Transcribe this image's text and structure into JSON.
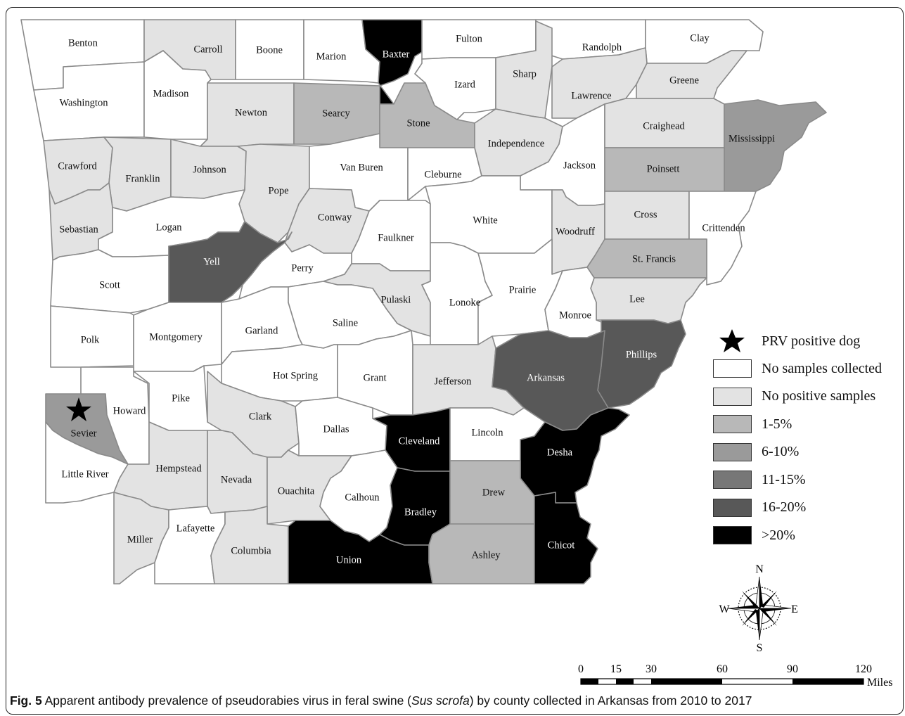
{
  "colors": {
    "none": "#ffffff",
    "neg": "#e3e3e3",
    "p1": "#b8b8b8",
    "p6": "#9a9a9a",
    "p11": "#777777",
    "p16": "#585858",
    "p20": "#000000"
  },
  "legend": {
    "star_label": "PRV positive dog",
    "items": [
      {
        "key": "none",
        "label": "No samples collected"
      },
      {
        "key": "neg",
        "label": "No positive samples"
      },
      {
        "key": "p1",
        "label": "1-5%"
      },
      {
        "key": "p6",
        "label": "6-10%"
      },
      {
        "key": "p11",
        "label": "11-15%"
      },
      {
        "key": "p16",
        "label": "16-20%"
      },
      {
        "key": "p20",
        "label": ">20%"
      }
    ]
  },
  "compass": {
    "n": "N",
    "s": "S",
    "e": "E",
    "w": "W"
  },
  "scale": {
    "ticks": [
      "0",
      "15",
      "30",
      "60",
      "90",
      "120"
    ],
    "unit": "Miles"
  },
  "caption": {
    "fig": "Fig. 5",
    "text1": " Apparent antibody prevalence of pseudorabies virus in feral swine (",
    "species": "Sus scrofa",
    "text2": ") by county collected in Arkansas from 2010 to 2017"
  },
  "counties": [
    {
      "name": "Benton",
      "cls": "none"
    },
    {
      "name": "Carroll",
      "cls": "neg"
    },
    {
      "name": "Boone",
      "cls": "none"
    },
    {
      "name": "Marion",
      "cls": "none"
    },
    {
      "name": "Baxter",
      "cls": "p20"
    },
    {
      "name": "Fulton",
      "cls": "none"
    },
    {
      "name": "Randolph",
      "cls": "none"
    },
    {
      "name": "Clay",
      "cls": "none"
    },
    {
      "name": "Washington",
      "cls": "none"
    },
    {
      "name": "Madison",
      "cls": "none"
    },
    {
      "name": "Newton",
      "cls": "neg"
    },
    {
      "name": "Searcy",
      "cls": "p1"
    },
    {
      "name": "Stone",
      "cls": "p1"
    },
    {
      "name": "Izard",
      "cls": "none"
    },
    {
      "name": "Sharp",
      "cls": "neg"
    },
    {
      "name": "Lawrence",
      "cls": "neg"
    },
    {
      "name": "Greene",
      "cls": "neg"
    },
    {
      "name": "Crawford",
      "cls": "neg"
    },
    {
      "name": "Franklin",
      "cls": "neg"
    },
    {
      "name": "Johnson",
      "cls": "neg"
    },
    {
      "name": "Pope",
      "cls": "neg"
    },
    {
      "name": "Van Buren",
      "cls": "none"
    },
    {
      "name": "Cleburne",
      "cls": "none"
    },
    {
      "name": "Independence",
      "cls": "neg"
    },
    {
      "name": "Jackson",
      "cls": "none"
    },
    {
      "name": "Craighead",
      "cls": "neg"
    },
    {
      "name": "Mississippi",
      "cls": "p6"
    },
    {
      "name": "Poinsett",
      "cls": "p1"
    },
    {
      "name": "Sebastian",
      "cls": "neg"
    },
    {
      "name": "Logan",
      "cls": "none"
    },
    {
      "name": "Conway",
      "cls": "neg"
    },
    {
      "name": "Faulkner",
      "cls": "none"
    },
    {
      "name": "White",
      "cls": "none"
    },
    {
      "name": "Woodruff",
      "cls": "neg"
    },
    {
      "name": "Cross",
      "cls": "neg"
    },
    {
      "name": "Crittenden",
      "cls": "none"
    },
    {
      "name": "Scott",
      "cls": "none"
    },
    {
      "name": "Yell",
      "cls": "p16"
    },
    {
      "name": "Perry",
      "cls": "none"
    },
    {
      "name": "Pulaski",
      "cls": "neg"
    },
    {
      "name": "Lonoke",
      "cls": "none"
    },
    {
      "name": "Prairie",
      "cls": "none"
    },
    {
      "name": "St. Francis",
      "cls": "p1"
    },
    {
      "name": "Lee",
      "cls": "neg"
    },
    {
      "name": "Monroe",
      "cls": "none"
    },
    {
      "name": "Polk",
      "cls": "none"
    },
    {
      "name": "Montgomery",
      "cls": "none"
    },
    {
      "name": "Garland",
      "cls": "none"
    },
    {
      "name": "Saline",
      "cls": "none"
    },
    {
      "name": "Phillips",
      "cls": "p16"
    },
    {
      "name": "Hot Spring",
      "cls": "none"
    },
    {
      "name": "Grant",
      "cls": "none"
    },
    {
      "name": "Jefferson",
      "cls": "neg"
    },
    {
      "name": "Arkansas",
      "cls": "p16"
    },
    {
      "name": "Sevier",
      "cls": "p6"
    },
    {
      "name": "Howard",
      "cls": "none"
    },
    {
      "name": "Pike",
      "cls": "none"
    },
    {
      "name": "Clark",
      "cls": "neg"
    },
    {
      "name": "Dallas",
      "cls": "none"
    },
    {
      "name": "Cleveland",
      "cls": "p20"
    },
    {
      "name": "Lincoln",
      "cls": "none"
    },
    {
      "name": "Desha",
      "cls": "p20"
    },
    {
      "name": "Little River",
      "cls": "none"
    },
    {
      "name": "Hempstead",
      "cls": "neg"
    },
    {
      "name": "Nevada",
      "cls": "neg"
    },
    {
      "name": "Ouachita",
      "cls": "neg"
    },
    {
      "name": "Calhoun",
      "cls": "none"
    },
    {
      "name": "Bradley",
      "cls": "p20"
    },
    {
      "name": "Drew",
      "cls": "p1"
    },
    {
      "name": "Miller",
      "cls": "neg"
    },
    {
      "name": "Lafayette",
      "cls": "none"
    },
    {
      "name": "Columbia",
      "cls": "neg"
    },
    {
      "name": "Union",
      "cls": "p20"
    },
    {
      "name": "Ashley",
      "cls": "p1"
    },
    {
      "name": "Chicot",
      "cls": "p20"
    }
  ]
}
